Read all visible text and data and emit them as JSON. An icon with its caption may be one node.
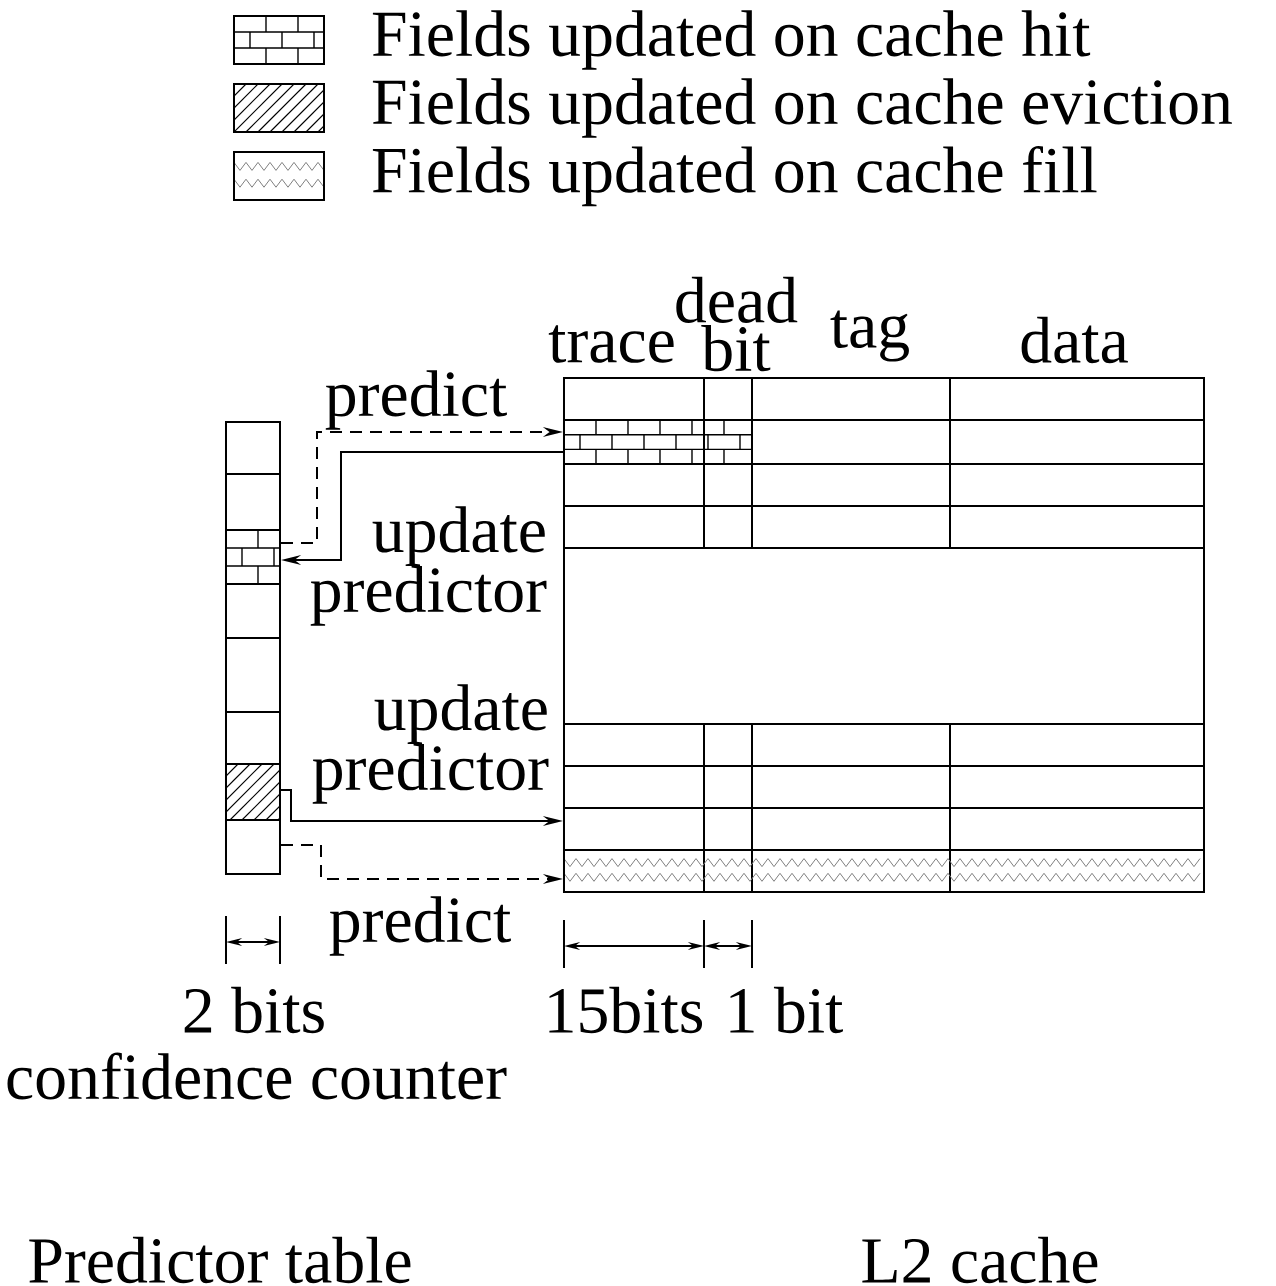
{
  "diagram": {
    "nodes": [
      {
        "text": [],
        "shape": "box"
      },
      {
        "text": [],
        "shape": "box",
        "in": 0
      },
      {
        "text": [],
        "shape": "box",
        "in": 0
      },
      {
        "text": [],
        "shape": "box",
        "in": 0
      },
      {
        "text": [],
        "shape": "box"
      },
      {
        "text": [],
        "shape": "box",
        "in": 4
      },
      {
        "text": [],
        "shape": "box",
        "in": 4
      },
      {
        "text": [],
        "shape": "box",
        "in": 4
      }
    ],
    "edges": [
      {
        "from": 1,
        "to": 5,
        "arrow": "to",
        "style": "dashed",
        "label": "predict"
      },
      {
        "from": 5,
        "to": 1,
        "arrow": "to",
        "label": "update predictor"
      },
      {
        "from": 2,
        "to": 6,
        "arrow": "to",
        "label": "update predictor"
      },
      {
        "from": 3,
        "to": 7,
        "arrow": "to",
        "style": "dashed",
        "label": "predict"
      }
    ],
    "labels": [
      "trace",
      "dead bit",
      "tag",
      "data",
      "2 bits",
      "confidence counter",
      "15bits",
      "1 bit",
      "Predictor table",
      "L2 cache"
    ],
    "legend": [
      {
        "text": "Fields updated on cache hit"
      },
      {
        "text": "Fields updated on cache eviction"
      },
      {
        "text": "Fields updated on cache fill"
      }
    ]
  }
}
